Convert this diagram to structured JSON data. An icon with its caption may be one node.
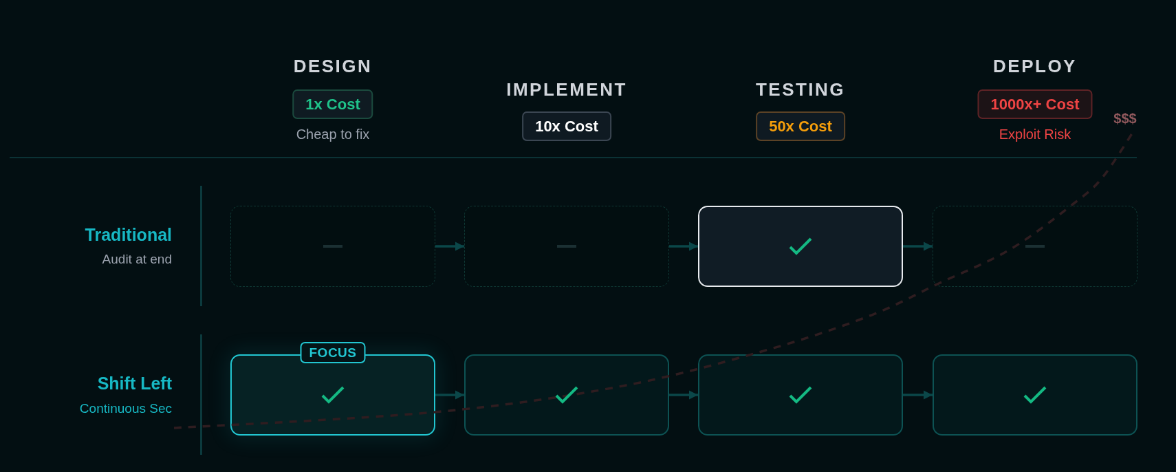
{
  "diagram": {
    "nodes": [
      {
        "text": [
          "1x Cost"
        ],
        "beside": [
          "Cheap to fix"
        ]
      },
      {
        "text": [
          "10x Cost"
        ]
      },
      {
        "text": [
          "50x Cost"
        ]
      },
      {
        "text": [
          "1000x+ Cost"
        ],
        "beside": [
          "Exploit Risk"
        ]
      },
      {
        "text": [],
        "shape": "box"
      },
      {
        "text": [],
        "shape": "box"
      },
      {
        "text": [],
        "shape": "box"
      },
      {
        "text": [],
        "shape": "box"
      },
      {
        "text": [
          "FOCUS"
        ]
      },
      {
        "text": [],
        "shape": "box"
      },
      {
        "text": [],
        "shape": "box"
      },
      {
        "text": [],
        "shape": "box"
      },
      {
        "text": [],
        "shape": "box"
      }
    ],
    "edges": [
      {
        "from": 4,
        "to": 5,
        "arrow": "to"
      },
      {
        "from": 5,
        "to": 6,
        "arrow": "to"
      },
      {
        "from": 6,
        "to": 7,
        "arrow": "to"
      },
      {
        "from": 9,
        "to": 10,
        "arrow": "to"
      },
      {
        "from": 10,
        "to": 11,
        "arrow": "to"
      },
      {
        "from": 11,
        "to": 12,
        "arrow": "to"
      }
    ],
    "labels": [
      "DESIGN",
      "IMPLEMENT",
      "TESTING",
      "DEPLOY",
      "$$$",
      "Traditional",
      "Audit at end",
      "Shift Left",
      "Continuous Sec"
    ]
  }
}
